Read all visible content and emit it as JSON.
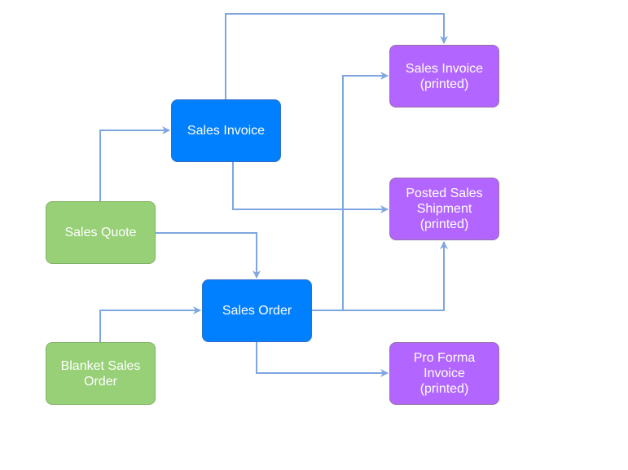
{
  "diagram": {
    "colors": {
      "source_fill": "#97d077",
      "document_fill": "#007fff",
      "printed_fill": "#b266ff",
      "connector": "#7ea6e0"
    },
    "nodes": {
      "sales_quote": "Sales Quote",
      "blanket_sales_order": "Blanket Sales\nOrder",
      "sales_invoice": "Sales Invoice",
      "sales_order": "Sales Order",
      "sales_invoice_printed": "Sales Invoice\n(printed)",
      "posted_sales_shipment_printed": "Posted Sales\nShipment\n(printed)",
      "pro_forma_invoice_printed": "Pro Forma\nInvoice\n(printed)"
    },
    "connections": [
      {
        "from": "sales_quote",
        "to": "sales_invoice"
      },
      {
        "from": "sales_quote",
        "to": "sales_order"
      },
      {
        "from": "blanket_sales_order",
        "to": "sales_order"
      },
      {
        "from": "sales_invoice",
        "to": "sales_invoice_printed"
      },
      {
        "from": "sales_invoice",
        "to": "posted_sales_shipment_printed"
      },
      {
        "from": "sales_order",
        "to": "sales_invoice_printed"
      },
      {
        "from": "sales_order",
        "to": "posted_sales_shipment_printed"
      },
      {
        "from": "sales_order",
        "to": "pro_forma_invoice_printed"
      }
    ]
  }
}
